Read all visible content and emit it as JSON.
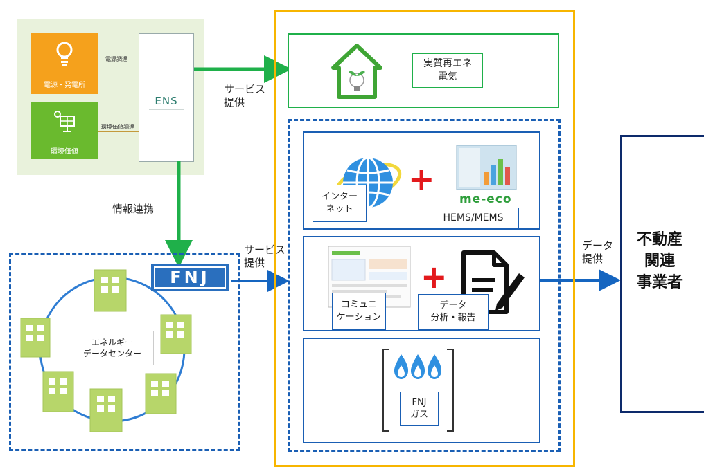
{
  "supply": {
    "power_tile_label": "電源・発電所",
    "env_tile_label": "環境価値",
    "power_line_label": "電源調達",
    "env_line_label": "環境価値調達",
    "ens_logo_text": "ENS"
  },
  "arrows": {
    "service_top": "サービス\n提供",
    "info_link": "情報連携",
    "service_mid": "サービス\n提供",
    "data_provide": "データ\n提供"
  },
  "energy_center": {
    "fnj_logo_text": "FNJ",
    "center_label": "エネルギー\nデータセンター"
  },
  "services": {
    "renewable_label": "実質再エネ\n電気",
    "internet_label": "インター\nネット",
    "hems_label": "HEMS/MEMS",
    "meeco_logo_text": "me-eco",
    "plus": "+",
    "communication_label": "コミュニ\nケーション",
    "data_analysis_label": "データ\n分析・報告",
    "gas_label": "FNJ\nガス"
  },
  "recipient": {
    "label": "不動産\n関連\n事業者"
  },
  "colors": {
    "green_arrow": "#1fb04a",
    "blue_arrow": "#1565c0",
    "yellow_frame": "#f7b500",
    "dash_blue": "#1a5fb4",
    "light_green_bg": "#e9f2dc",
    "orange_tile": "#f5a11c",
    "green_tile": "#6aba2e",
    "building_green": "#b7d66a",
    "navy": "#0d2a6b"
  }
}
